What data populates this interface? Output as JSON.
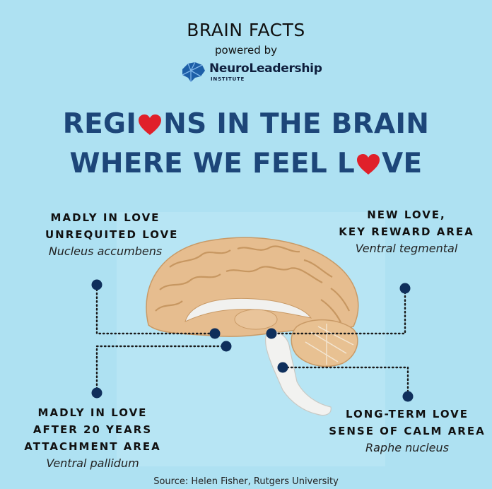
{
  "header": {
    "title": "BRAIN FACTS",
    "powered_by": "powered by",
    "logo_name": "NeuroLeadership",
    "logo_sub": "INSTITUTE"
  },
  "headline": {
    "line1_a": "REGI",
    "line1_b": "NS IN THE BRAIN",
    "line2_a": "WHERE WE FEEL L",
    "line2_b": "VE"
  },
  "labels": {
    "top_left": {
      "line1": "MADLY IN LOVE",
      "line2": "UNREQUITED LOVE",
      "latin": "Nucleus accumbens"
    },
    "top_right": {
      "line1": "NEW LOVE,",
      "line2": "KEY REWARD AREA",
      "latin": "Ventral tegmental"
    },
    "bottom_left": {
      "line1": "MADLY IN LOVE",
      "line2": "AFTER 20 YEARS",
      "line3": "ATTACHMENT AREA",
      "latin": "Ventral pallidum"
    },
    "bottom_right": {
      "line1": "LONG-TERM LOVE",
      "line2": "SENSE OF CALM AREA",
      "latin": "Raphe nucleus"
    }
  },
  "source": "Source: Helen Fisher, Rutgers University",
  "colors": {
    "background": "#aee1f2",
    "headline": "#1d4679",
    "heart": "#e0202a",
    "marker": "#0f2f5c",
    "brain": "#e6bd8f"
  },
  "icons": {
    "logo": "brain-logo-icon",
    "heart": "heart-icon"
  }
}
